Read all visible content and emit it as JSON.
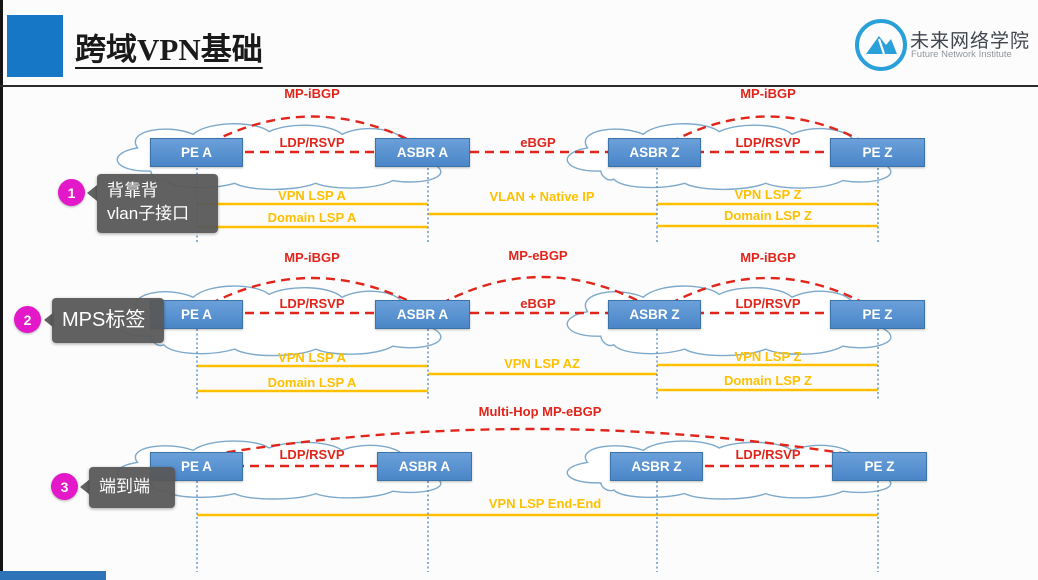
{
  "header": {
    "title": "跨域VPN基础"
  },
  "logo": {
    "cn": "未来网络学院",
    "en": "Future Network Institute"
  },
  "colors": {
    "node_blue": "#4f8fd3",
    "protocol_red": "#e1251b",
    "lsp_yellow": "#ffc000",
    "callout_magenta": "#e318c8",
    "callout_gray": "#595959",
    "header_blue": "#1577c5",
    "logo_blue": "#2aa0da"
  },
  "rows": [
    {
      "callout": {
        "num": "1",
        "line1": "背靠背",
        "line2": "vlan子接口"
      },
      "nodes": {
        "pe_a": "PE A",
        "asbr_a": "ASBR A",
        "asbr_z": "ASBR Z",
        "pe_z": "PE Z"
      },
      "arcs": {
        "left": "MP-iBGP",
        "right": "MP-iBGP"
      },
      "links": {
        "left": "LDP/RSVP",
        "mid": "eBGP",
        "right": "LDP/RSVP"
      },
      "lsps": {
        "left1": "VPN LSP A",
        "left2": "Domain LSP A",
        "mid": "VLAN + Native IP",
        "right1": "VPN LSP Z",
        "right2": "Domain LSP Z"
      }
    },
    {
      "callout": {
        "num": "2",
        "line1": "MPS标签"
      },
      "nodes": {
        "pe_a": "PE A",
        "asbr_a": "ASBR A",
        "asbr_z": "ASBR Z",
        "pe_z": "PE Z"
      },
      "arcs": {
        "left": "MP-iBGP",
        "mid": "MP-eBGP",
        "right": "MP-iBGP"
      },
      "links": {
        "left": "LDP/RSVP",
        "mid": "eBGP",
        "right": "LDP/RSVP"
      },
      "lsps": {
        "left1": "VPN LSP A",
        "left2": "Domain LSP A",
        "mid": "VPN LSP AZ",
        "right1": "VPN LSP Z",
        "right2": "Domain LSP Z"
      }
    },
    {
      "callout": {
        "num": "3",
        "line1": "端到端"
      },
      "nodes": {
        "pe_a": "PE A",
        "asbr_a": "ASBR A",
        "asbr_z": "ASBR Z",
        "pe_z": "PE Z"
      },
      "arcs": {
        "mid": "Multi-Hop MP-eBGP"
      },
      "links": {
        "left": "LDP/RSVP",
        "right": "LDP/RSVP"
      },
      "lsps": {
        "mid": "VPN LSP End-End"
      }
    }
  ]
}
